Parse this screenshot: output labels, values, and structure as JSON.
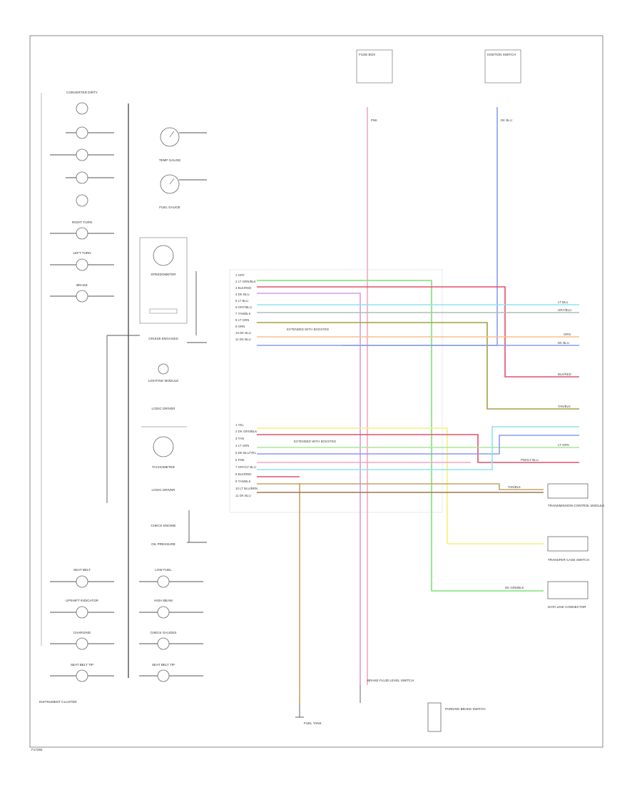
{
  "cluster": {
    "title": "INSTRUMENT CLUSTER",
    "indicators_left": [
      {
        "label": "CONVERTER DIRTY",
        "row": 0
      },
      {
        "label": "",
        "row": 1
      },
      {
        "label": "",
        "row": 2
      },
      {
        "label": "",
        "row": 3
      },
      {
        "label": "",
        "row": 4
      },
      {
        "label": "RIGHT TURN",
        "row": 5
      },
      {
        "label": "LEFT TURN",
        "row": 6
      },
      {
        "label": "BRAKE",
        "row": 7
      }
    ],
    "gauges_upper": [
      {
        "label": "TEMP GAUGE"
      },
      {
        "label": "FUEL GAUGE"
      }
    ],
    "center_blocks": [
      "SPEEDOMETER",
      "CRUISE ENGAGED",
      "LIGHTING MODULE",
      "LOGIC DRIVER",
      "TACHOMETER",
      "LOGIC DRIVER",
      "CHECK ENGINE",
      "OIL PRESSURE"
    ],
    "bottom_left": [
      "SEAT BELT",
      "UPSHIFT INDICATOR",
      "CHARGING",
      "SEAT BELT TIP"
    ],
    "bottom_center": [
      "LOW FUEL",
      "HIGH BEAM",
      "CHECK GAUGES",
      "SEAT BELT TIP"
    ]
  },
  "connector_upper": {
    "pins": [
      "1 GRY",
      "2 LT GRN/BLK",
      "3 BLK/RED",
      "4 DK BLU",
      "5 LT BLU",
      "6 GRY/BLU",
      "7 TAN/BLK",
      "8 LT GRN",
      "9 ORN",
      "10 DK BLU",
      "11 DK BLU"
    ],
    "note": "EXTENDED WITH BOOSTED"
  },
  "connector_lower": {
    "pins": [
      "1 YEL",
      "2 DK GRN/BLK",
      "3 TAN",
      "4 LT GRN",
      "5 DK BLU/YEL",
      "6 PNK",
      "7 GRY/LT BLU",
      "8 BLK/RED",
      "9 TAN/BLK",
      "10 LT BLU/BRN",
      "11 DK BLU"
    ],
    "note": "EXTENDED WITH BOOSTED"
  },
  "top_components": [
    {
      "label": "FUSE BOX",
      "wire": "PNK"
    },
    {
      "label": "IGNITION SWITCH",
      "wire": "DK BLU"
    }
  ],
  "right_terminations": [
    "LT BLU",
    "GRY/BLU",
    "ORN",
    "DK BLU",
    "BLK/RED",
    "TAN/BLK",
    "LT GRN",
    "DK GRN/BLK",
    "PNK/LT BLU",
    "TAN/BLK"
  ],
  "right_modules": [
    {
      "label": "TRANSMISSION CONTROL MODULE"
    },
    {
      "label": "TRANSFER CASE SWITCH"
    },
    {
      "label": "DATA LINK CONNECTOR"
    }
  ],
  "bottom_components": [
    {
      "label": "FUEL TANK"
    },
    {
      "label": "BRAKE FLUID LEVEL SWITCH"
    },
    {
      "label": "PARKING BRAKE SWITCH"
    }
  ],
  "footer": "F17284",
  "colors": {
    "pnk": "#f4a6c4",
    "red": "#e0506a",
    "blu": "#8c9cf0",
    "ltblu": "#8fe3ee",
    "grn": "#7fe07a",
    "ltgrn": "#a6e89a",
    "yel": "#f6f07a",
    "tan": "#c8a064",
    "orn": "#f5c088",
    "gry": "#b7b7b7",
    "brn": "#9c7a4a",
    "olive": "#a6a040",
    "violet": "#d79be8"
  }
}
